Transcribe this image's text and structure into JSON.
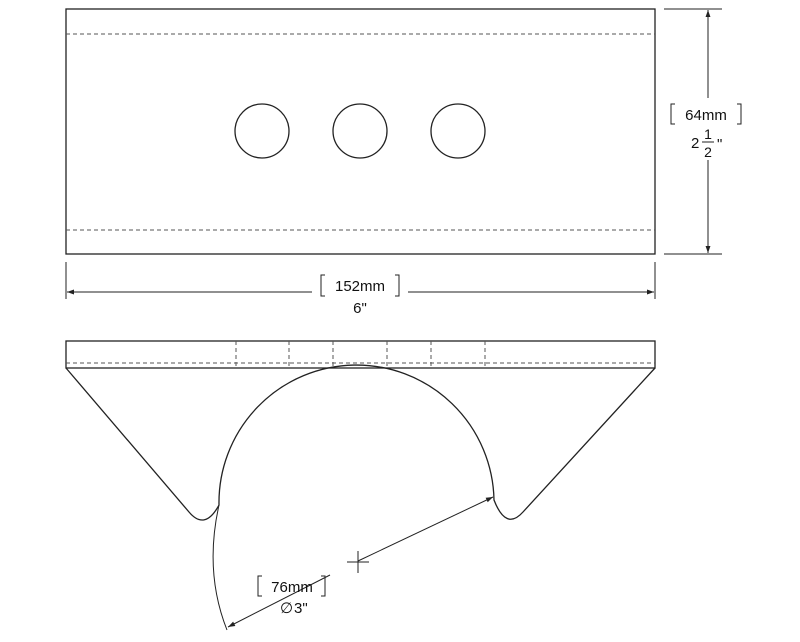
{
  "dimensions": {
    "height": {
      "metric": "64mm",
      "imperial_whole": "2",
      "imperial_num": "1",
      "imperial_den": "2",
      "imperial_unit": "\""
    },
    "width": {
      "metric": "152mm",
      "imperial": "6\""
    },
    "diameter": {
      "metric": "76mm",
      "symbol": "∅",
      "imperial": "3\""
    }
  },
  "colors": {
    "line": "#222222",
    "hidden_line": "#555555",
    "background": "#ffffff"
  }
}
